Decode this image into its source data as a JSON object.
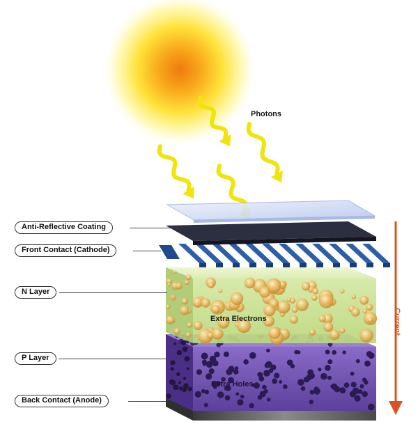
{
  "labels": {
    "anti_reflective_coating": "Anti-Reflective Coating",
    "front_contact": "Front Contact (Cathode)",
    "n_layer": "N Layer",
    "p_layer": "P Layer",
    "back_contact": "Back Contact (Anode)"
  },
  "annotations": {
    "photons": "Photons",
    "extra_electrons": "Extra Electrons",
    "extra_holes": "Extra Holes",
    "current": "Current"
  },
  "colors": {
    "sun_core": "#f07a10",
    "sun_glow": "#fff46a",
    "photon": "#f2e40a",
    "coating": "#c6d4f2",
    "cathode_plate": "#2a2d3c",
    "contact_grid": "#2c5fa8",
    "n_layer": "#cfe59a",
    "electron": "#e8b25a",
    "p_layer": "#7a5ab8",
    "hole": "#2b1b52",
    "back_contact": "#555555",
    "current_arrow": "#d9531e"
  },
  "icons": {
    "sun": "sun-icon",
    "photon": "wavy-arrow-icon",
    "current": "arrow-down-icon"
  }
}
